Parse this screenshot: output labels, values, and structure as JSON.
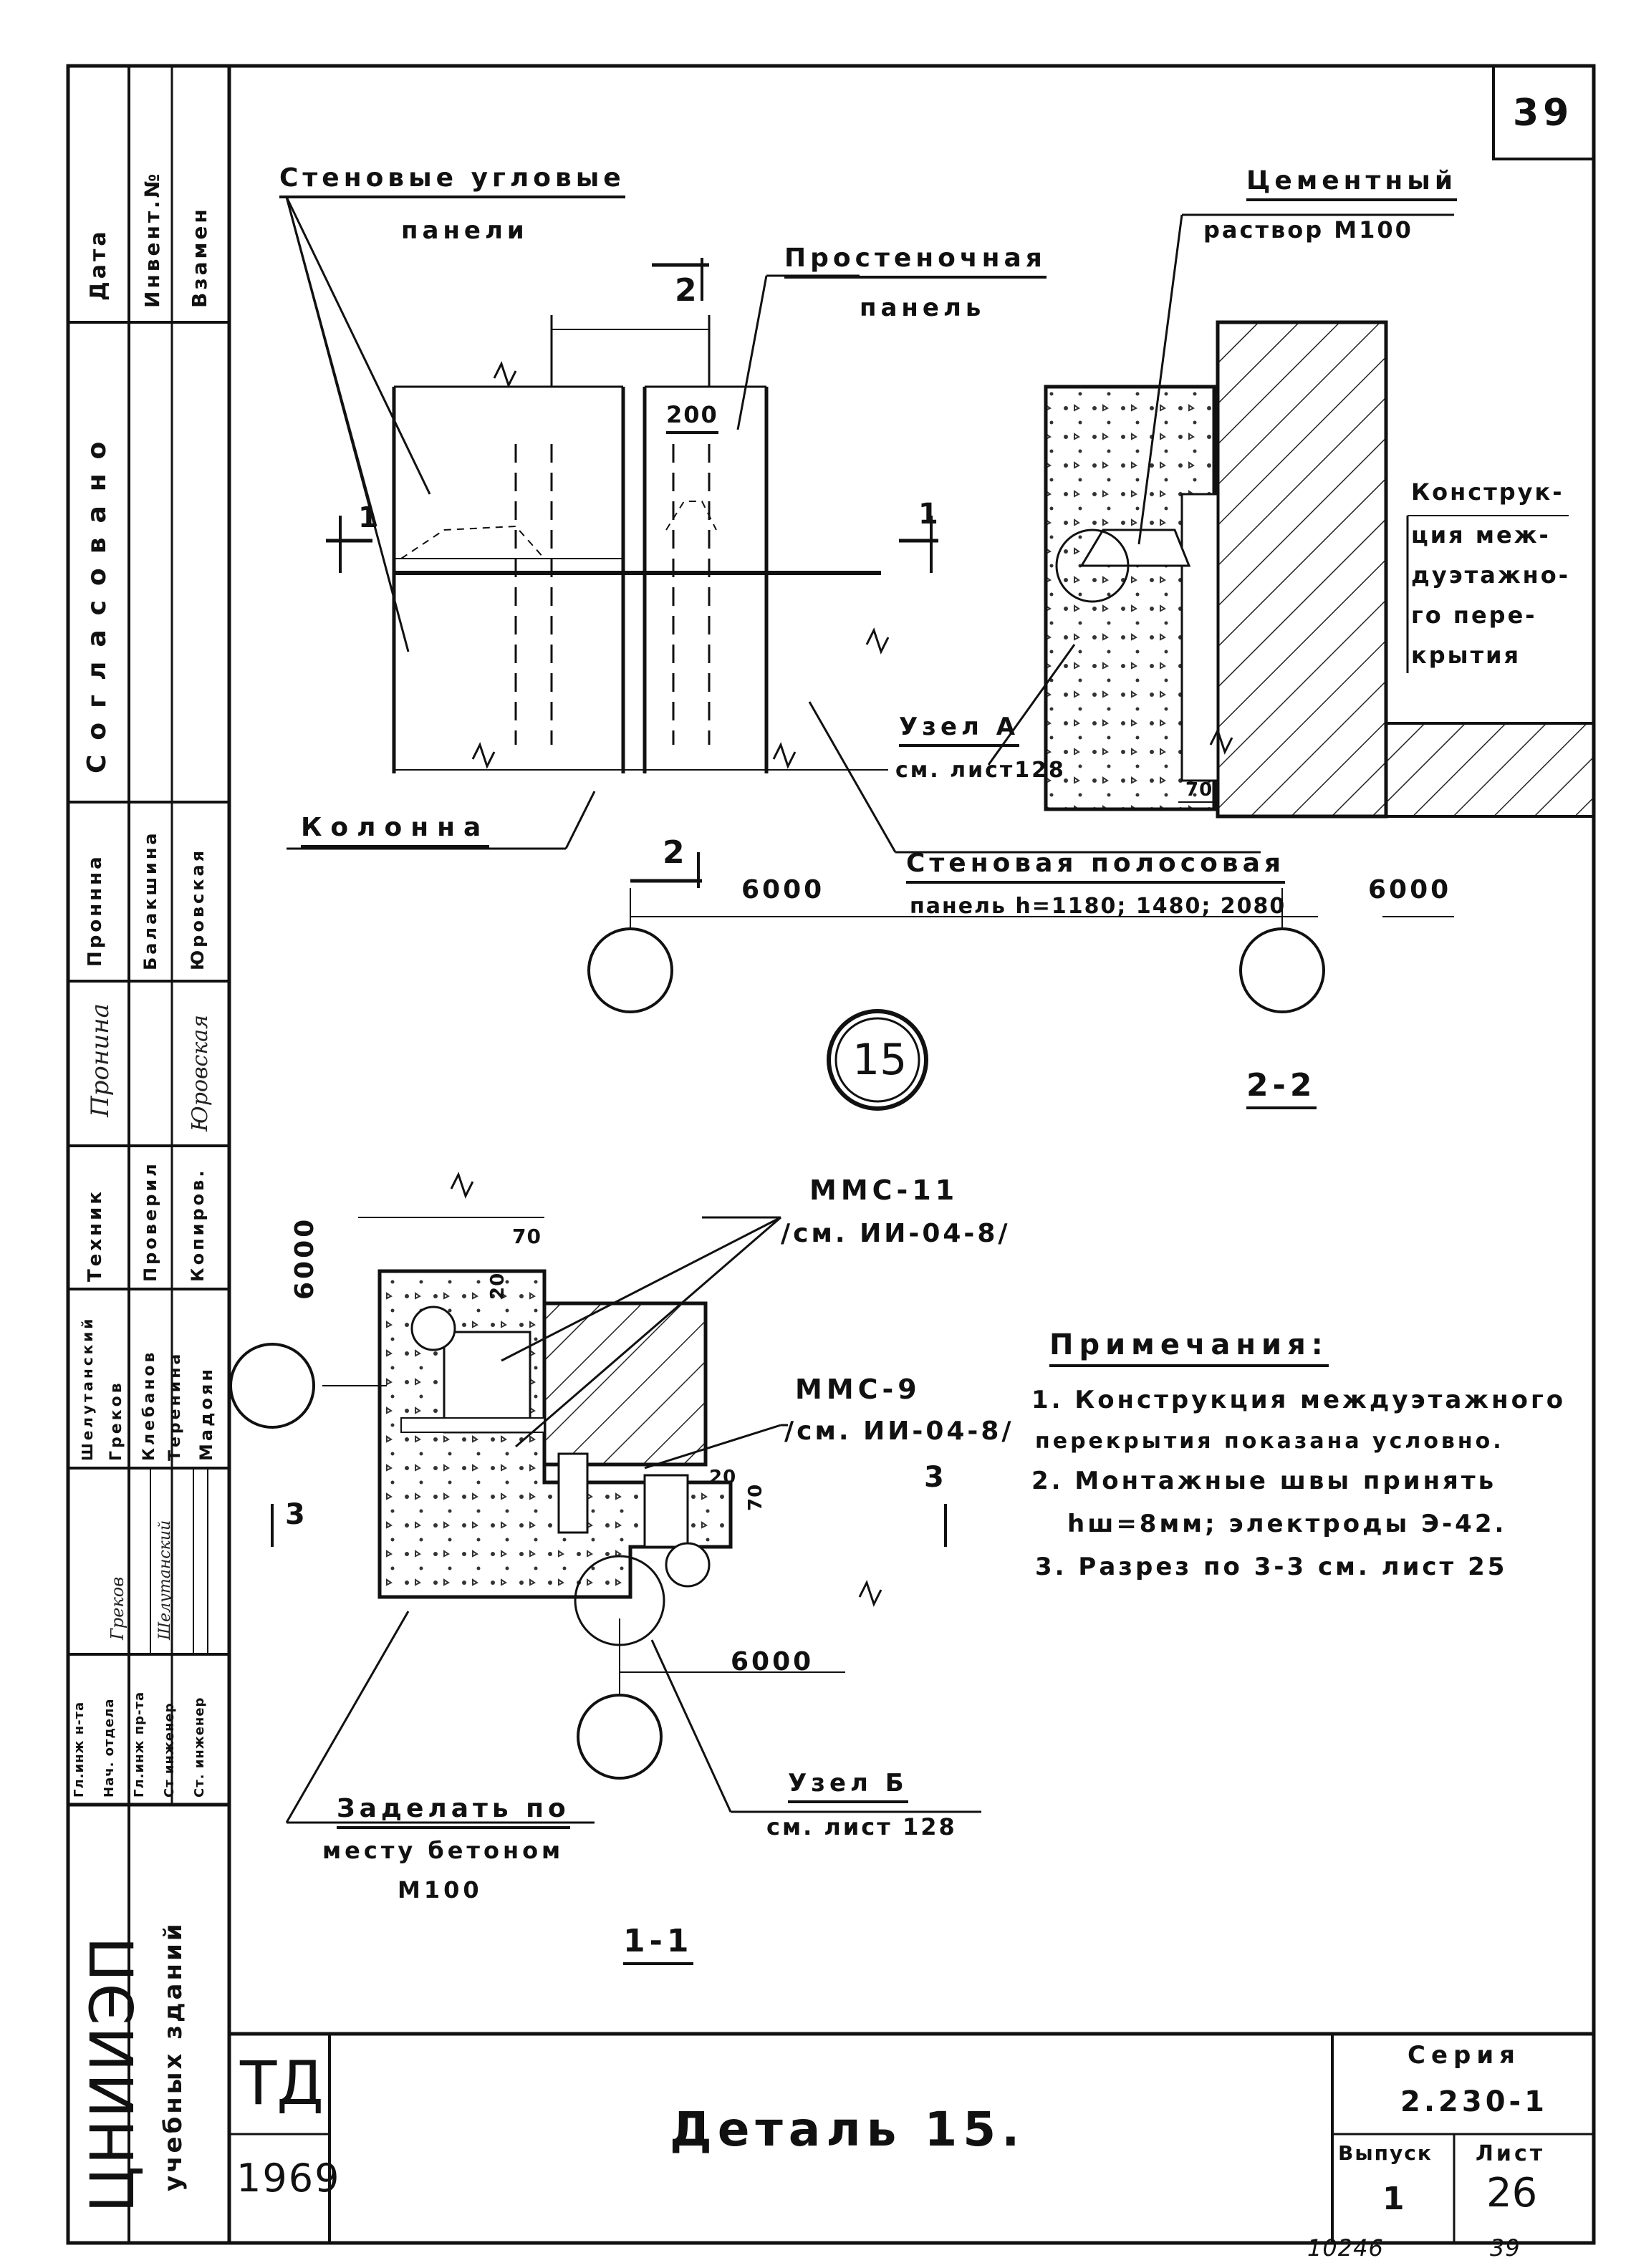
{
  "sheet": {
    "corner_number": "39",
    "stamp": "10246",
    "stamp_sheet": "39"
  },
  "sidebar": {
    "top_cells": [
      "Дата",
      "Инвент.№",
      "Взамен"
    ],
    "agreed": "Согласовано",
    "names_rows": [
      [
        "Проннна",
        "Балакшина",
        "Юровская"
      ],
      [
        "Шелутанский",
        "Греков",
        "Клебанов",
        "Теренина",
        "Мадоян"
      ]
    ],
    "roles_rows": [
      "Техник",
      "Проверил",
      "Копиров."
    ],
    "positions": [
      "Гл.инж н-та",
      "Нач. отдела",
      "Гл.инж пр-та",
      "Ст инженер",
      "Ст. инженер"
    ],
    "handwritten": [
      "Пронина",
      "Юровская",
      "Греков",
      "Шелутанский"
    ],
    "org_name": "ЦНИИЭП",
    "org_sub": "учебных зданий"
  },
  "detail_top_left": {
    "corner_panels": "Стеновые угловые",
    "corner_panels_2": "панели",
    "pier_panel": "Простеночная",
    "pier_panel_2": "панель",
    "dim_200": "200",
    "section_2_top": "2",
    "section_2_bottom": "2",
    "section_1_left": "1",
    "section_1_right": "1",
    "column": "Колонна",
    "node_a": "Узел А",
    "node_a_ref": "см. лист128",
    "strip_panel": "Стеновая полосовая",
    "strip_panel_2": "панель h=1180; 1480; 2080",
    "dim_6000_left": "6000",
    "dim_6000_right": "6000"
  },
  "section_2_2": {
    "mortar": "Цементный",
    "mortar_2": "раствор М100",
    "floor_construction": [
      "Конструк-",
      "ция меж-",
      "дуэтажно-",
      "го пере-",
      "крытия"
    ],
    "dim_70": "70",
    "title": "2-2"
  },
  "detail_number": "15",
  "section_1_1": {
    "mms11": "ММС-11",
    "mms11_ref": "/см. ИИ-04-8/",
    "mms9": "ММС-9",
    "mms9_ref": "/см. ИИ-04-8/",
    "dim_6000_vert": "6000",
    "dim_70": "70",
    "dim_20": "20",
    "dim_20b": "20",
    "dim_70b": "70",
    "dim_6000_bottom": "6000",
    "section_3_left": "3",
    "section_3_right": "3",
    "node_b": "Узел Б",
    "node_b_ref": "см. лист 128",
    "concrete_note": "Заделать по",
    "concrete_note_2": "месту бетоном",
    "concrete_note_3": "М100",
    "title": "1-1"
  },
  "notes": {
    "title": "Примечания:",
    "items": [
      "1. Конструкция междуэтажного",
      "перекрытия показана условно.",
      "2. Монтажные швы принять",
      "hш=8мм; электроды Э-42.",
      "3. Разрез по 3-3 см. лист 25"
    ]
  },
  "title_block": {
    "td": "ТД",
    "year": "1969",
    "title": "Деталь 15.",
    "series_label": "Серия",
    "series_value": "2.230-1",
    "issue_label": "Выпуск",
    "issue_value": "1",
    "sheet_label": "Лист",
    "sheet_value": "26"
  }
}
